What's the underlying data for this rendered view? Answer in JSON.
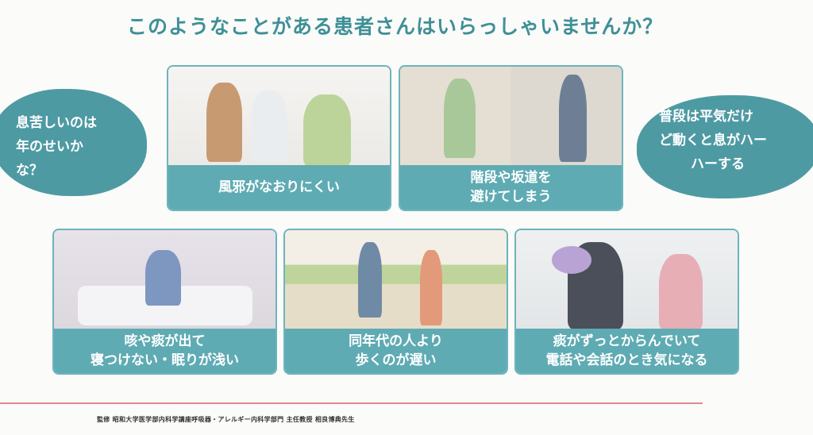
{
  "title": "このようなことがある患者さんはいらっしゃいませんか？",
  "clouds": {
    "left": [
      "息苦しいのは",
      "年のせいか",
      "な？"
    ],
    "right": [
      "普段は平気だけ",
      "ど動くと息がハー",
      "ハーする"
    ]
  },
  "cards": [
    {
      "lines": [
        "風邪がなおりにくい"
      ]
    },
    {
      "lines": [
        "階段や坂道を",
        "避けてしまう"
      ]
    },
    {
      "lines": [
        "咳や痰が出て",
        "寝つけない・眠りが浅い"
      ]
    },
    {
      "lines": [
        "同年代の人より",
        "歩くのが遅い"
      ]
    },
    {
      "lines": [
        "痰がずっとからんでいて",
        "電話や会話のとき気になる"
      ]
    }
  ],
  "footer": "監修 昭和大学医学部内科学講座呼吸器・アレルギー内科学部門 主任教授 相良博典先生",
  "colors": {
    "teal": "#5fabb3",
    "title": "#3e9096",
    "rule": "#e08a86"
  }
}
